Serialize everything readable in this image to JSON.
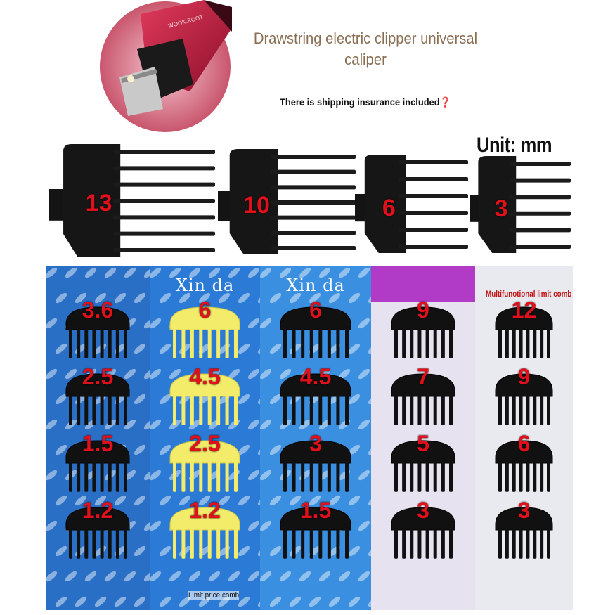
{
  "header": {
    "title": "Drawstring electric clipper universal caliper",
    "shipping_note": "There is shipping insurance included❓",
    "unit_label": "Unit: mm"
  },
  "top_guards": [
    {
      "size": "13"
    },
    {
      "size": "10"
    },
    {
      "size": "6"
    },
    {
      "size": "3"
    }
  ],
  "cards": [
    {
      "brand": "",
      "color": "#2a6fc6",
      "comb_color": "#111111",
      "sizes": [
        "3.6",
        "2.5",
        "1.5",
        "1.2"
      ]
    },
    {
      "brand": "Xin da",
      "color": "#2b7bd6",
      "comb_color": "#f3ec6a",
      "sizes": [
        "6",
        "4.5",
        "2.5",
        "1.2"
      ],
      "footer": "Limit price comb"
    },
    {
      "brand": "Xin da",
      "color": "#3a8fe0",
      "comb_color": "#111111",
      "sizes": [
        "6",
        "4.5",
        "3",
        "1.5"
      ]
    },
    {
      "brand": "",
      "color": "#e6e2ef",
      "comb_color": "#111111",
      "sizes": [
        "9",
        "7",
        "5",
        "3"
      ]
    },
    {
      "brand": "",
      "color": "#e8eaf0",
      "comb_color": "#111111",
      "sizes": [
        "12",
        "9",
        "6",
        "3"
      ],
      "caption": "Multifunotional limit comb"
    }
  ],
  "colors": {
    "number_red": "#e2101a",
    "title_brown": "#8a6f55",
    "clipper_red": "#b3143a"
  }
}
